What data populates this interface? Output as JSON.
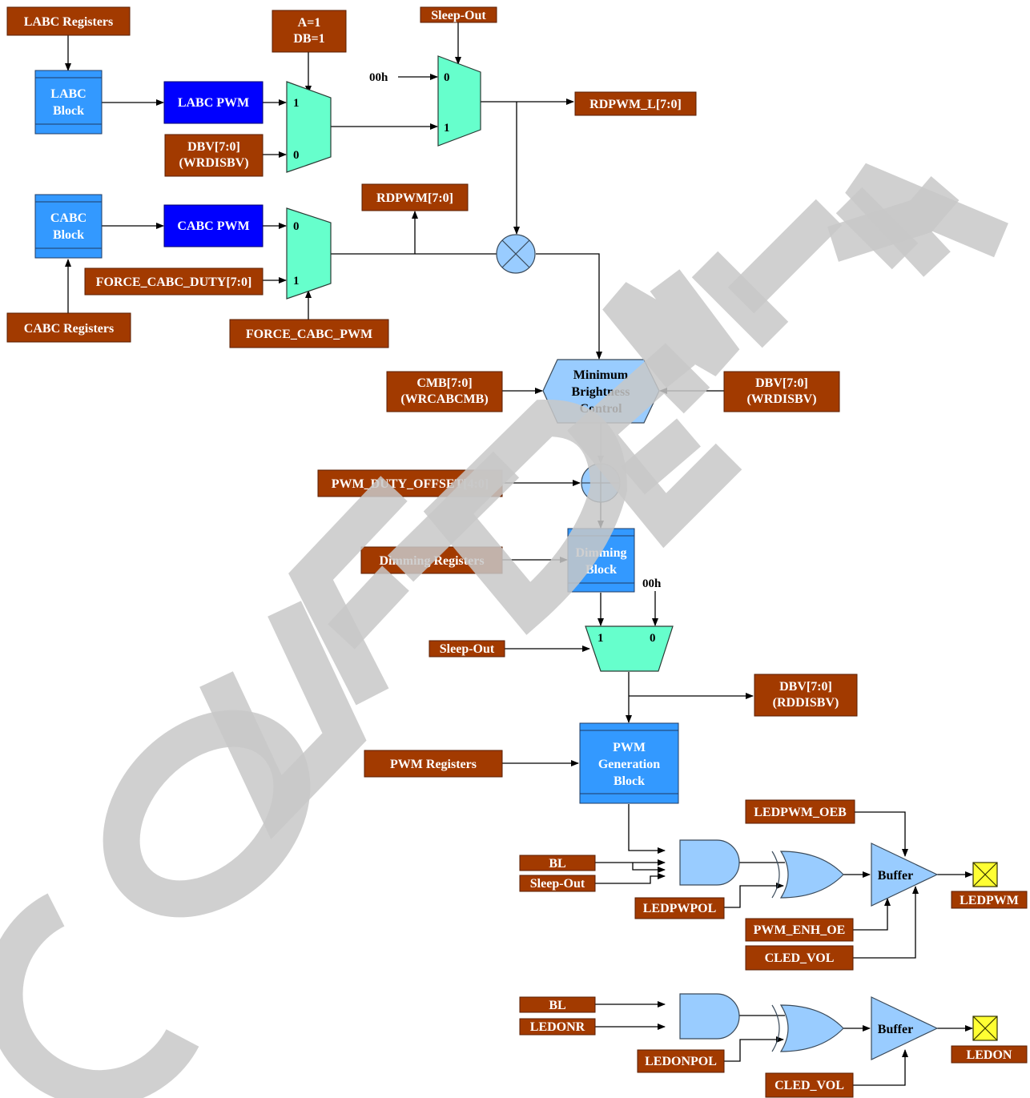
{
  "registers": {
    "labc_registers": "LABC Registers",
    "a_db_line1": "A=1",
    "a_db_line2": "DB=1",
    "sleep_out_top": "Sleep-Out",
    "dbv_wrdisbv_1_line1": "DBV[7:0]",
    "dbv_wrdisbv_1_line2": "(WRDISBV)",
    "rdpwm_l": "RDPWM_L[7:0]",
    "rdpwm": "RDPWM[7:0]",
    "force_cabc_duty": "FORCE_CABC_DUTY[7:0]",
    "cabc_registers": "CABC Registers",
    "force_cabc_pwm": "FORCE_CABC_PWM",
    "cmb_line1": "CMB[7:0]",
    "cmb_line2": "(WRCABCMB)",
    "dbv_wrdisbv_2_line1": "DBV[7:0]",
    "dbv_wrdisbv_2_line2": "(WRDISBV)",
    "pwm_duty_offset": "PWM_DUTY_OFFSET[4:0]",
    "dimming_registers": "Dimming Registers",
    "sleep_out_mid": "Sleep-Out",
    "dbv_rddisbv_line1": "DBV[7:0]",
    "dbv_rddisbv_line2": "(RDDISBV)",
    "pwm_registers": "PWM Registers",
    "ledpwm_oeb": "LEDPWM_OEB",
    "bl_1": "BL",
    "sleep_out_bottom": "Sleep-Out",
    "ledpwpol": "LEDPWPOL",
    "pwm_enh_oe": "PWM_ENH_OE",
    "cled_vol_1": "CLED_VOL",
    "bl_2": "BL",
    "ledonr": "LEDONR",
    "ledonpol": "LEDONPOL",
    "cled_vol_2": "CLED_VOL"
  },
  "blocks": {
    "labc_line1": "LABC",
    "labc_line2": "Block",
    "cabc_line1": "CABC",
    "cabc_line2": "Block",
    "labc_pwm": "LABC PWM",
    "cabc_pwm": "CABC PWM",
    "dimming_line1": "Dimming",
    "dimming_line2": "Block",
    "pwm_gen_line1": "PWM",
    "pwm_gen_line2": "Generation",
    "pwm_gen_line3": "Block",
    "min_bright_line1": "Minimum",
    "min_bright_line2": "Brightness",
    "min_bright_line3": "Control"
  },
  "mux_labels": {
    "mux1_in1": "1",
    "mux1_in0": "0",
    "mux2_in0": "0",
    "mux2_in1": "1",
    "mux3_in0": "0",
    "mux3_in1": "1",
    "mux4_in1": "1",
    "mux4_in0": "0"
  },
  "constants": {
    "zero_hex_top": "00h",
    "zero_hex_mid": "00h"
  },
  "buffers": {
    "buffer_1": "Buffer",
    "buffer_2": "Buffer"
  },
  "outputs": {
    "ledpwm": "LEDPWM",
    "ledon": "LEDON"
  },
  "watermark": "CONFIDENTIAL",
  "colors": {
    "register": "#a23a00",
    "block": "#3399ff",
    "pwm_block": "#0000ff",
    "mux": "#66ffcc",
    "gate": "#99ccff",
    "pad": "#ffff33",
    "watermark": "#c8c8c8"
  }
}
